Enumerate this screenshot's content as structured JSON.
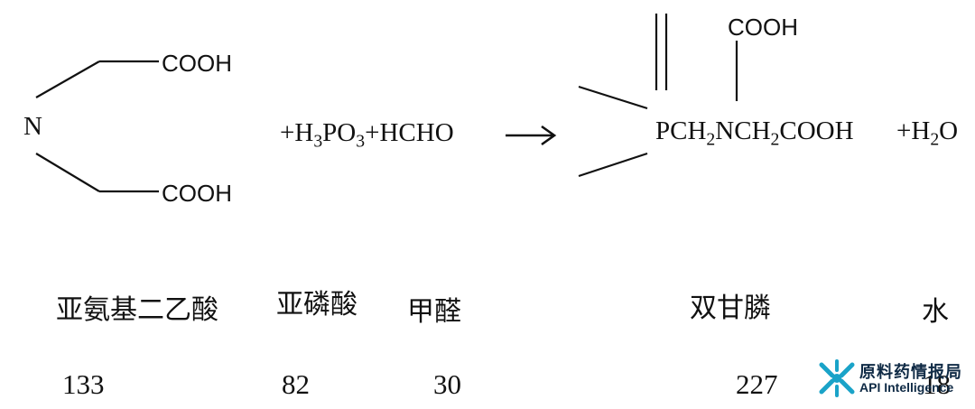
{
  "reactant_structure": {
    "nitrogen": "N",
    "carboxyl_top": "COOH",
    "carboxyl_bottom": "COOH"
  },
  "reagents": {
    "plus1": "+H",
    "h3_sub": "3",
    "po": "PO",
    "po3_sub": "3",
    "plus2": "+HCHO"
  },
  "arrow": "→",
  "product_structure": {
    "carboxyl_top": "COOH",
    "formula_a": "PCH",
    "sub_a": "2",
    "formula_b": "NCH",
    "sub_b": "2",
    "formula_c": "COOH"
  },
  "water": {
    "plus_h": "+H",
    "sub": "2",
    "o": "O"
  },
  "labels": [
    "亚氨基二乙酸",
    "亚磷酸",
    "甲醛",
    "双甘膦",
    "水"
  ],
  "masses": [
    "133",
    "82",
    "30",
    "227",
    "18"
  ],
  "logo": {
    "cn": "原料药情报局",
    "en": "API Intelligence",
    "color": "#1aa3c8"
  }
}
